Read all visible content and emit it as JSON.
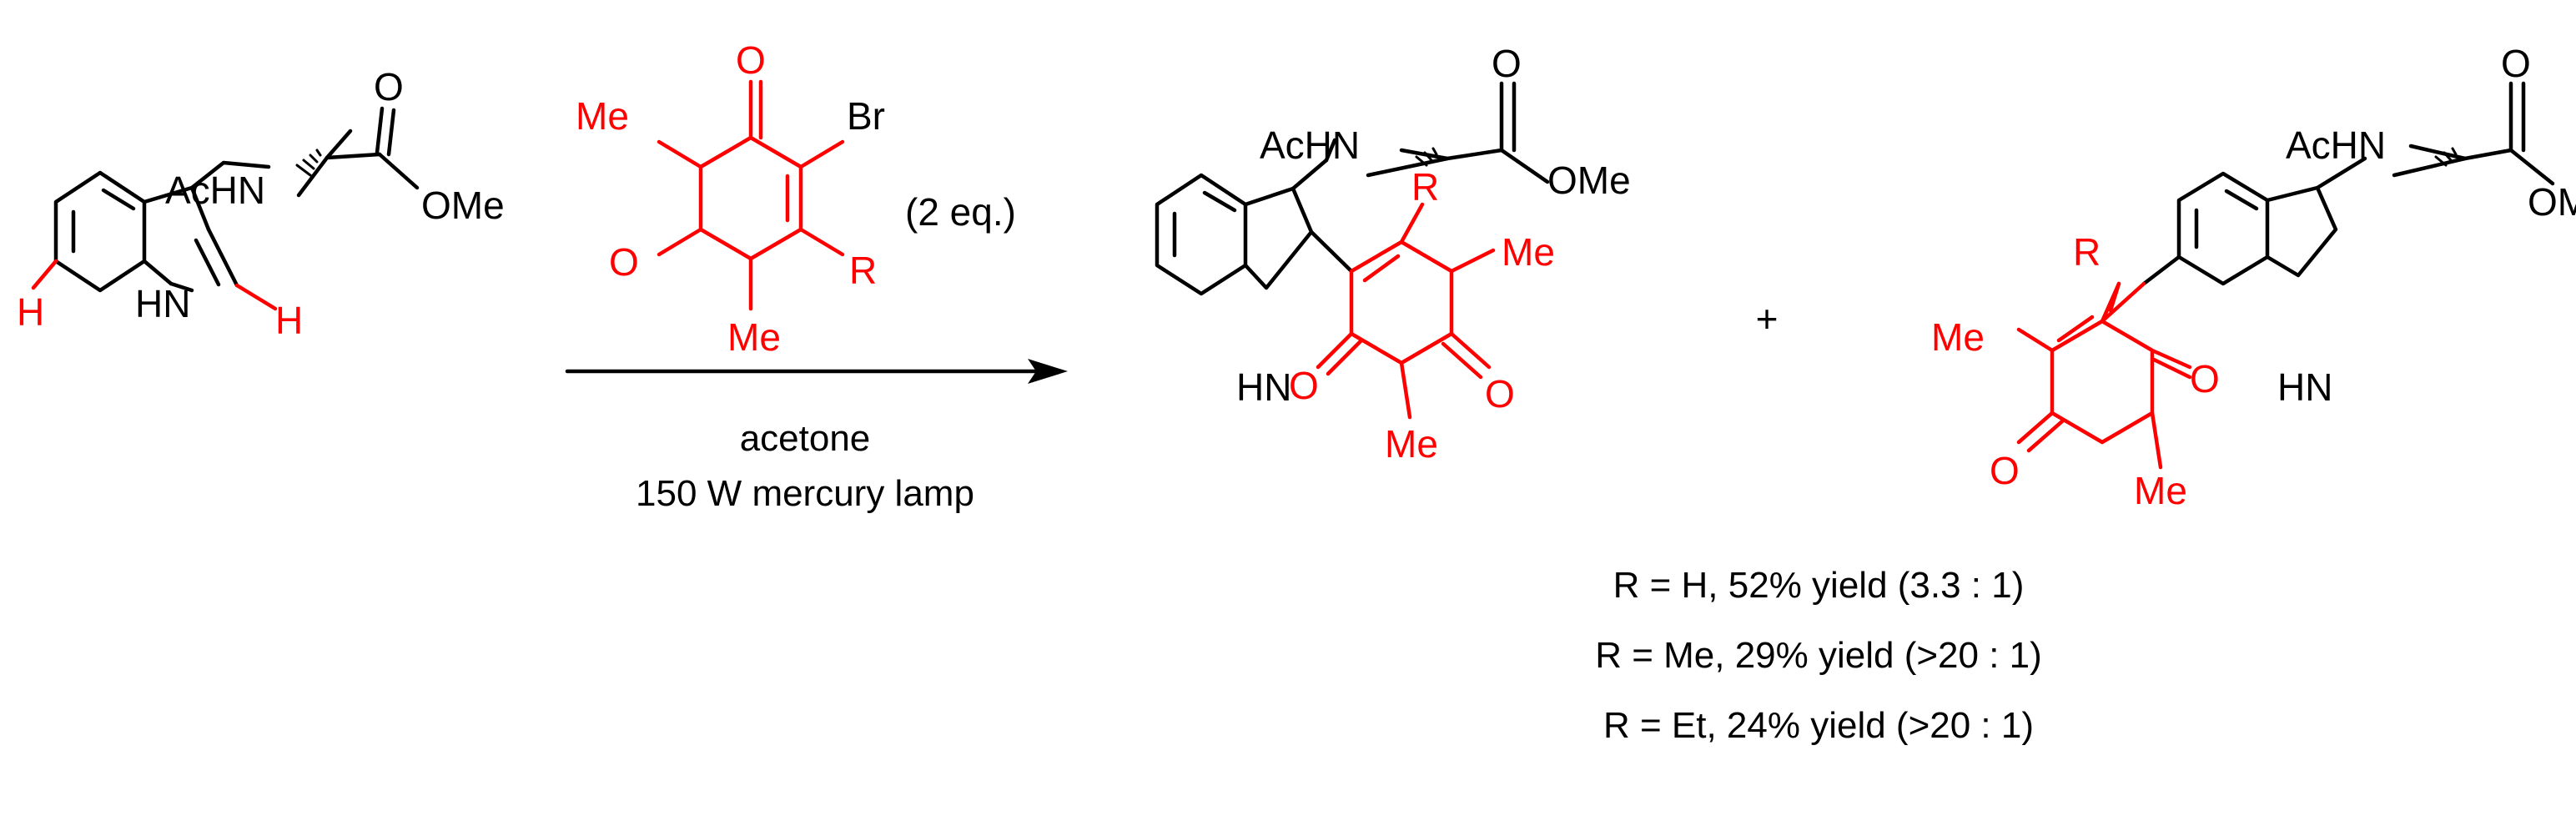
{
  "colors": {
    "black": "#000000",
    "red": "#ff0000"
  },
  "reactant": {
    "acetamido": "AcHN",
    "carbonyl_o": "O",
    "ester": "OMe",
    "nh": "HN",
    "h7": "H",
    "h2": "H"
  },
  "reagent": {
    "me_n1": "Me",
    "me_n3": "Me",
    "o4": "O",
    "o2": "O",
    "br": "Br",
    "r": "R",
    "equivalents": "(2 eq.)"
  },
  "conditions": {
    "solvent": "acetone",
    "light": "150 W mercury lamp"
  },
  "product_c2": {
    "acetamido": "AcHN",
    "carbonyl_o": "O",
    "ester": "OMe",
    "nh": "HN",
    "r": "R",
    "me_right": "Me",
    "me_bottom": "Me",
    "o_left": "O",
    "o_right": "O"
  },
  "plus": "+",
  "product_c7": {
    "acetamido": "AcHN",
    "carbonyl_o": "O",
    "ester": "OMe",
    "nh": "HN",
    "r": "R",
    "me_left": "Me",
    "me_bottom": "Me",
    "o_right": "O",
    "o_bottom": "O"
  },
  "yields": [
    "R = H, 52% yield (3.3 : 1)",
    "R = Me, 29% yield (>20 : 1)",
    "R = Et, 24% yield (>20 : 1)"
  ]
}
